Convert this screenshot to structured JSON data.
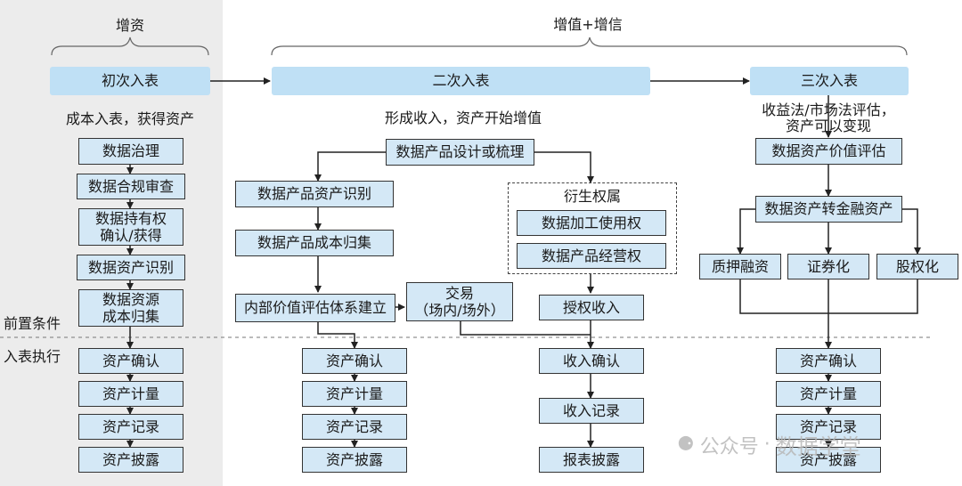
{
  "headers": {
    "left": "增资",
    "right": "增值+增信"
  },
  "stages": {
    "first": "初次入表",
    "second": "二次入表",
    "third": "三次入表"
  },
  "captions": {
    "first": "成本入表，获得资产",
    "second": "形成收入，资产开始增值",
    "third_line1": "收益法/市场法评估，",
    "third_line2": "资产可以变现"
  },
  "side_labels": {
    "precondition": "前置条件",
    "execution": "入表执行"
  },
  "col1": {
    "pre": [
      "数据治理",
      "数据合规审查",
      "数据持有权",
      "确认/获得",
      "数据资产识别",
      "数据资源",
      "成本归集"
    ],
    "exec": [
      "资产确认",
      "资产计量",
      "资产记录",
      "资产披露"
    ]
  },
  "col2": {
    "design": "数据产品设计或梳理",
    "identify": "数据产品资产识别",
    "cost": "数据产品成本归集",
    "valuation": "内部价值评估体系建立",
    "exec": [
      "资产确认",
      "资产计量",
      "资产记录",
      "资产披露"
    ]
  },
  "trade": {
    "line1": "交易",
    "line2": "（场内/场外）"
  },
  "derived": {
    "title": "衍生权属",
    "items": [
      "数据加工使用权",
      "数据产品经营权"
    ]
  },
  "income": {
    "authorize": "授权收入",
    "steps": [
      "收入确认",
      "收入记录",
      "报表披露"
    ]
  },
  "col3": {
    "valuation": "数据资产价值评估",
    "financial": "数据资产转金融资产",
    "branches": [
      "质押融资",
      "证券化",
      "股权化"
    ],
    "exec": [
      "资产确认",
      "资产计量",
      "资产记录",
      "资产披露"
    ]
  },
  "watermark": {
    "platform": "公众号",
    "sep": "·",
    "name": "数据学堂"
  },
  "colors": {
    "box_fill": "#d4e8f6",
    "stage_fill": "#bfe0f5",
    "left_panel": "#ececec",
    "line": "#222222"
  }
}
